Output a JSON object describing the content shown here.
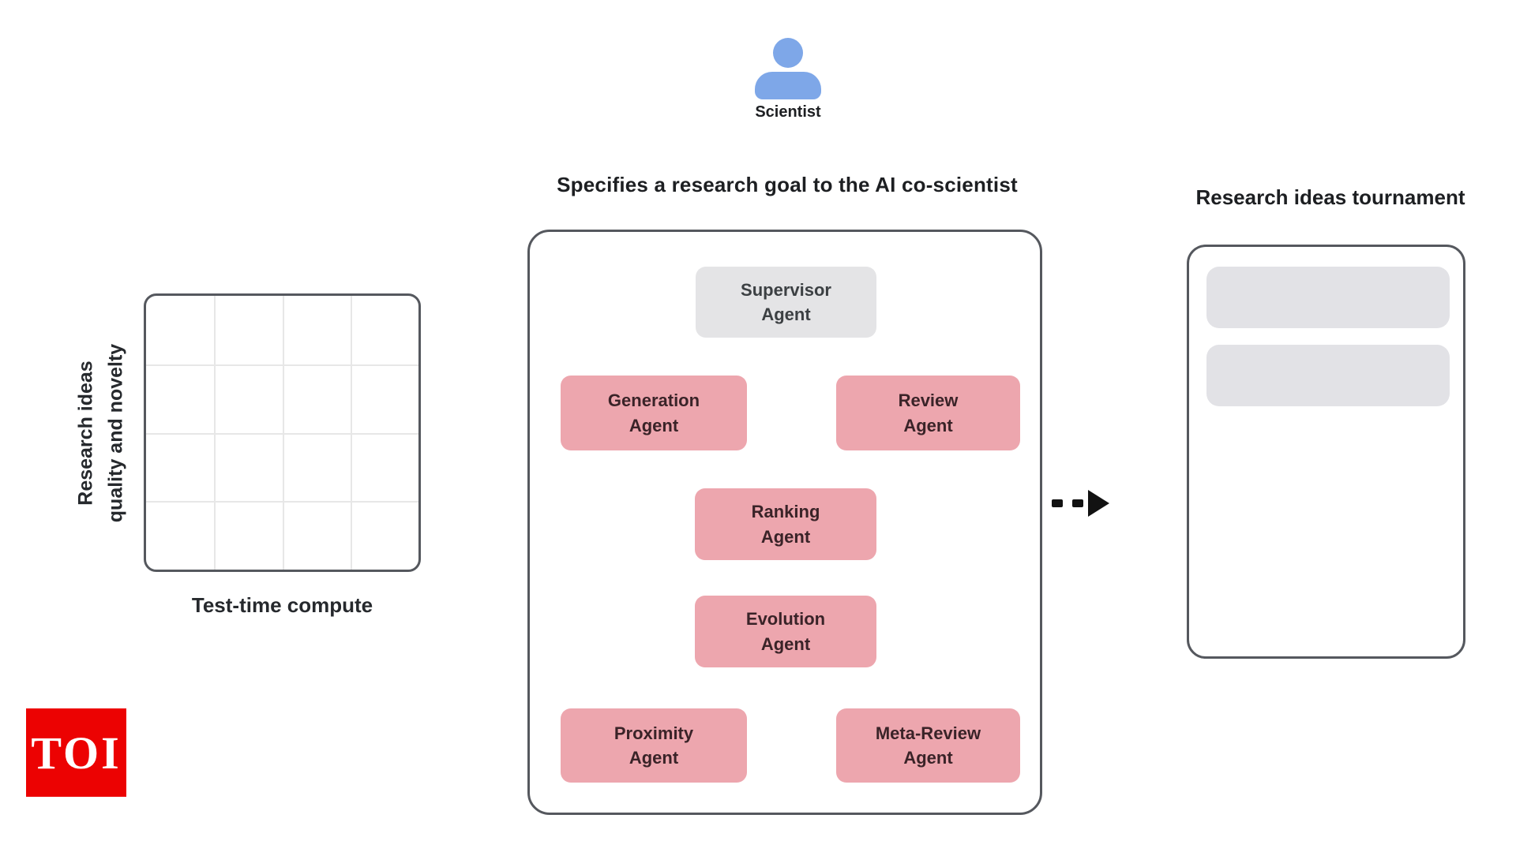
{
  "colors": {
    "agent_pink": "#eda6ae",
    "agent_gray": "#e4e4e6",
    "scientist_blue": "#7ea7e8",
    "container_border": "#55585e",
    "grid_line": "#e7e7e7",
    "placeholder_gray": "#e2e2e6",
    "toi_red": "#ec0202",
    "arrow_black": "#121212"
  },
  "scientist": {
    "label": "Scientist"
  },
  "center_panel": {
    "title": "Specifies a research goal to the AI co-scientist",
    "agents": {
      "supervisor": {
        "line1": "Supervisor",
        "line2": "Agent"
      },
      "generation": {
        "line1": "Generation",
        "line2": "Agent"
      },
      "review": {
        "line1": "Review",
        "line2": "Agent"
      },
      "ranking": {
        "line1": "Ranking",
        "line2": "Agent"
      },
      "evolution": {
        "line1": "Evolution",
        "line2": "Agent"
      },
      "proximity": {
        "line1": "Proximity",
        "line2": "Agent"
      },
      "meta_review": {
        "line1": "Meta-Review",
        "line2": "Agent"
      }
    }
  },
  "compute_chart": {
    "y_label_line1": "Research ideas",
    "y_label_line2": "quality and novelty",
    "x_label": "Test-time compute",
    "grid": {
      "rows": 4,
      "cols": 4
    }
  },
  "tournament_panel": {
    "title": "Research ideas tournament",
    "placeholder_count": 2
  },
  "watermark": {
    "text": "TOI"
  }
}
